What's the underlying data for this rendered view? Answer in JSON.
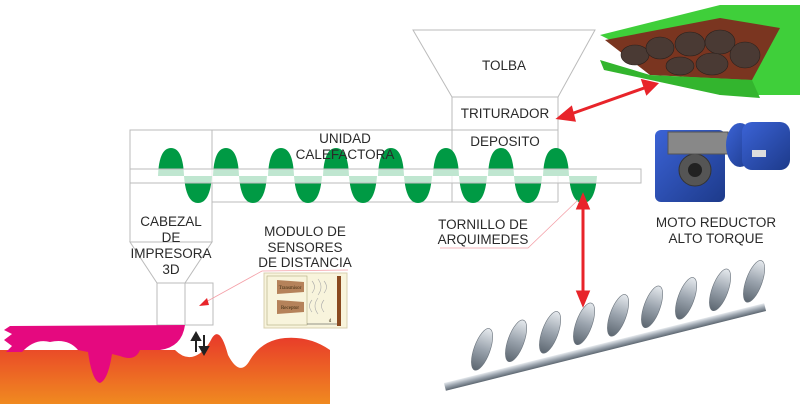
{
  "labels": {
    "tolba": "TOLBA",
    "triturador": "TRITURADOR",
    "deposito": "DEPOSITO",
    "unidad_calefactora": [
      "UNIDAD",
      "CALEFACTORA"
    ],
    "cabezal": [
      "CABEZAL",
      "DE",
      "IMPRESORA",
      "3D"
    ],
    "modulo_sensores": [
      "MODULO DE",
      "SENSORES",
      "DE DISTANCIA"
    ],
    "tornillo": [
      "TORNILLO DE",
      "ARQUIMEDES"
    ],
    "moto_reductor": [
      "MOTO REDUCTOR",
      "ALTO TORQUE"
    ]
  },
  "sensor_image": {
    "transmitter": "Transmisor",
    "receptor": "Receptor",
    "distance": "d"
  },
  "colors": {
    "screw_green": "#009a44",
    "arrow_red": "#e8242a",
    "leader_pink": "#f4a0a8",
    "material_magenta": "#e5097f",
    "bed_orange_top": "#e8392a",
    "bed_orange_bottom": "#f08a20",
    "shredder_green": "#3fcf3a",
    "motor_blue": "#2a4fb8"
  }
}
